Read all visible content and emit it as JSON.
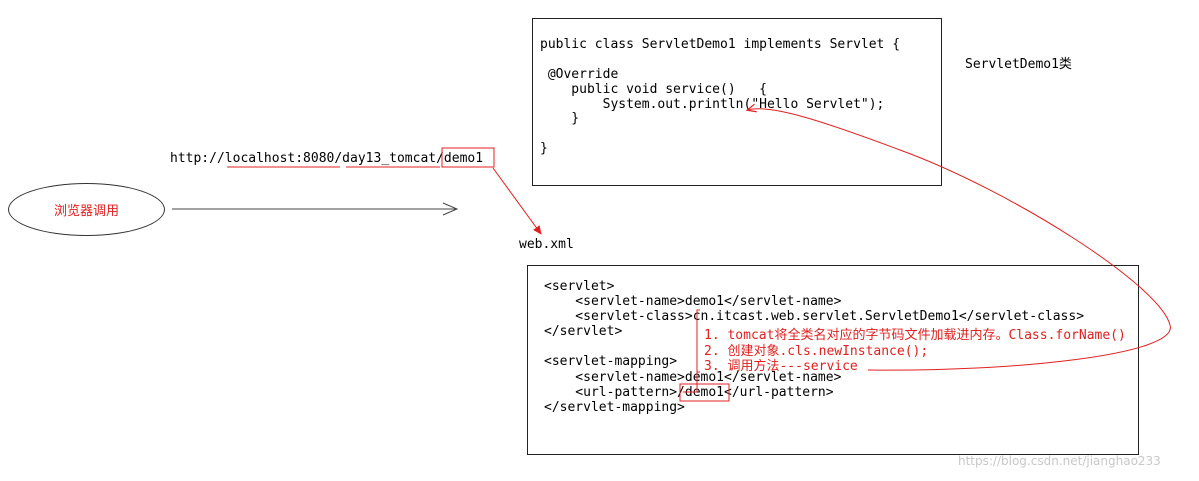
{
  "browser": {
    "label": "浏览器调用",
    "url": "http://localhost:8080/day13_tomcat/demo1"
  },
  "xml_file_label": "web.xml",
  "class_label": "ServletDemo1类",
  "java_code": {
    "line1": "public class ServletDemo1 implements Servlet {",
    "line2": " @Override",
    "line3": "    public void service()   {",
    "line4": "        System.out.println(\"Hello Servlet\");",
    "line5": "    }",
    "line6": "}"
  },
  "xml_code": {
    "line1": "<servlet>",
    "line2": "    <servlet-name>demo1</servlet-name>",
    "line3": "    <servlet-class>cn.itcast.web.servlet.ServletDemo1</servlet-class>",
    "line4": "</servlet>",
    "line5": "<servlet-mapping>",
    "line6": "    <servlet-name>demo1</servlet-name>",
    "line7": "    <url-pattern>/demo1</url-pattern>",
    "line8": "</servlet-mapping>"
  },
  "notes": {
    "step1": "1. tomcat将全类名对应的字节码文件加载进内存。Class.forName()",
    "step2": "2. 创建对象.cls.newInstance();",
    "step3": "3. 调用方法---service"
  },
  "watermark": "https://blog.csdn.net/jianghao233",
  "colors": {
    "annotation": "#e02020",
    "border": "#222222"
  }
}
